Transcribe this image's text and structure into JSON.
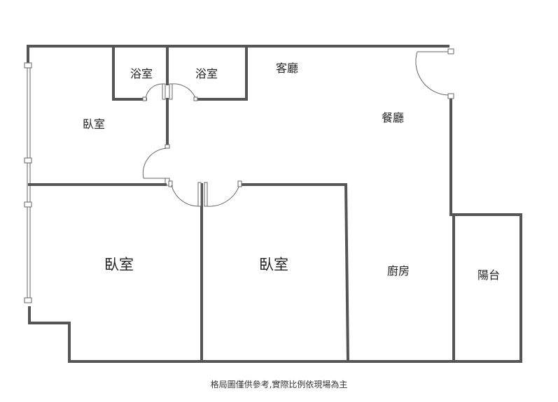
{
  "rooms": {
    "bathroom_left": "浴室",
    "bathroom_right": "浴室",
    "living_room": "客廳",
    "bedroom_top_left": "臥室",
    "dining_room": "餐廳",
    "bedroom_bottom_left": "臥室",
    "bedroom_bottom_middle": "臥室",
    "kitchen": "廚房",
    "balcony": "陽台"
  },
  "disclaimer": "格局圖僅供參考,實際比例依現場為主",
  "colors": {
    "wall": "#555555",
    "line": "#666666",
    "text": "#222222",
    "background": "#ffffff"
  }
}
